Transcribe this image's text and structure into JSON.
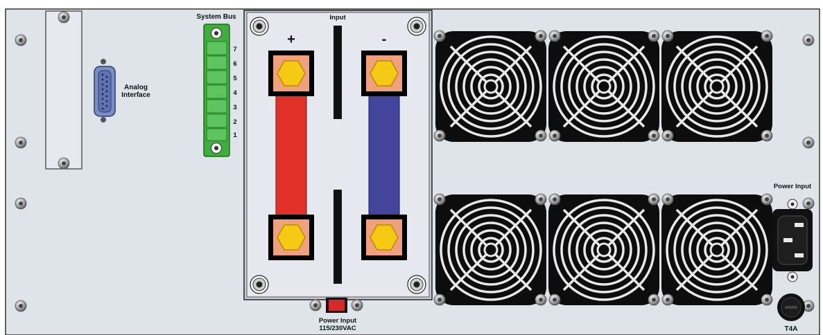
{
  "labels": {
    "system_bus": "System Bus",
    "input": "Input",
    "plus": "+",
    "minus": "-",
    "analog_line1": "Analog",
    "analog_line2": "Interface",
    "power_input_right": "Power Input",
    "fuse": "T4A",
    "power_input_bottom_line1": "Power Input",
    "power_input_bottom_line2": "115/230VAC"
  },
  "system_bus_pins": [
    "7",
    "6",
    "5",
    "4",
    "3",
    "2",
    "1"
  ],
  "colors": {
    "panel": "#dfe3ea",
    "plate": "#e5e9ef",
    "connector_green": "#3fae3f",
    "busbar_positive": "#e3312a",
    "busbar_negative": "#42459b",
    "terminal_pad": "#f0a07a",
    "terminal_bolt": "#f6c915",
    "db15_shell": "#7b8ec4",
    "switch_red": "#d42a2a"
  }
}
